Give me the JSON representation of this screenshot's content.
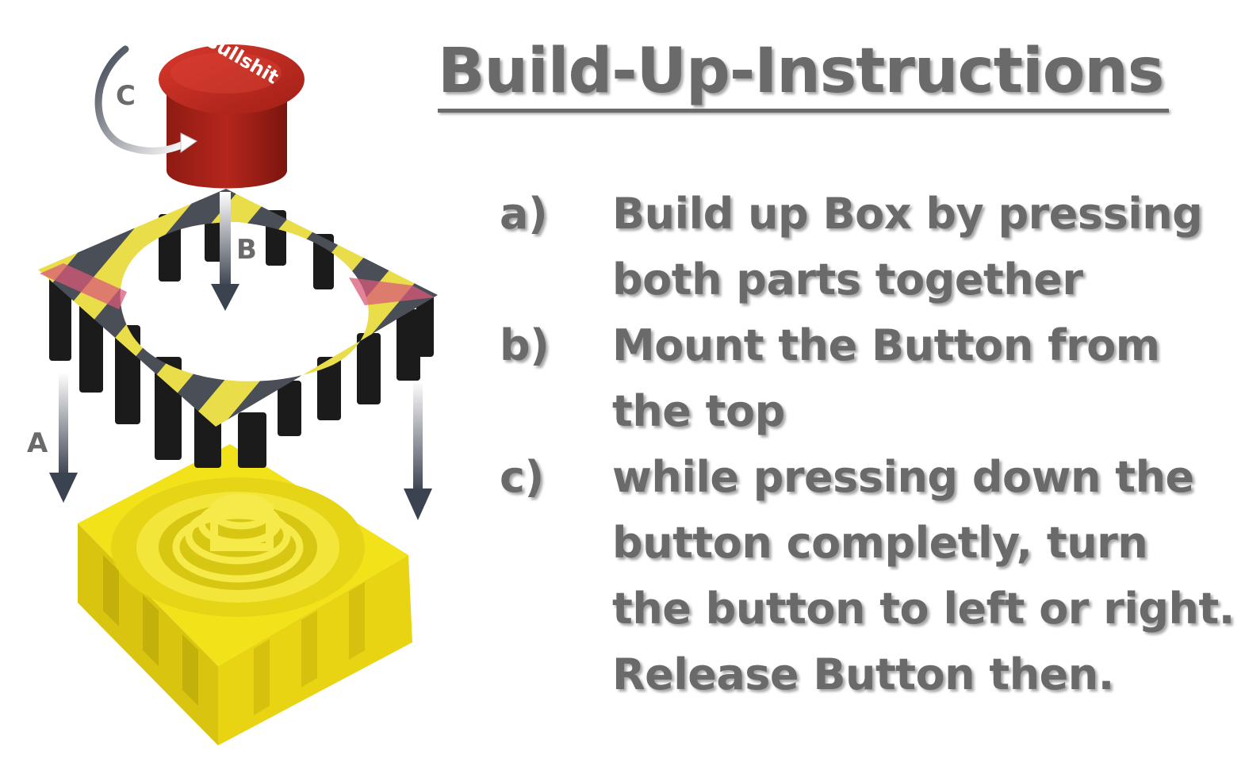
{
  "title": "Build-Up-Instructions",
  "button_label": "Bullshit",
  "arrows": {
    "a": "A",
    "b": "B",
    "c": "C"
  },
  "steps": [
    {
      "letter": "a)",
      "lines": [
        "Build up Box by pressing",
        "both parts together"
      ]
    },
    {
      "letter": "b)",
      "lines": [
        "Mount the Button from",
        "the top"
      ]
    },
    {
      "letter": "c)",
      "lines": [
        "while pressing down the",
        "button completly, turn",
        "the button to left or right.",
        "Release Button then."
      ]
    }
  ],
  "colors": {
    "text": "#6a6a6a",
    "button_red": "#b5261c",
    "box_yellow": "#f2e21a",
    "frame_black": "#1b1b1b",
    "stripe_yellow": "#e9de4a",
    "stripe_grey": "#4a4e57",
    "arrow": "#3c4350"
  }
}
